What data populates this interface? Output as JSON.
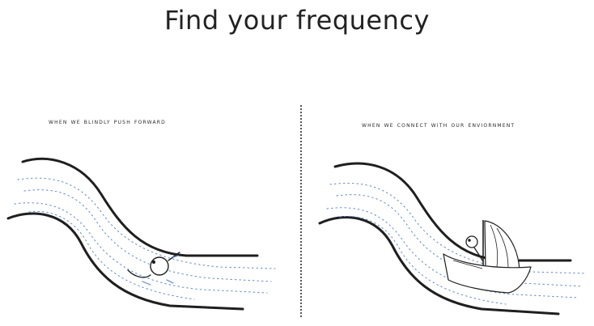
{
  "title": "Find your frequency",
  "panels": [
    {
      "caption": "WHEN WE BLINDLY PUSH FORWARD"
    },
    {
      "caption": "WHEN WE CONNECT WITH OUR ENVIORNMENT"
    }
  ],
  "colors": {
    "ink": "#1f1f1f",
    "current": "#5a86c7"
  }
}
